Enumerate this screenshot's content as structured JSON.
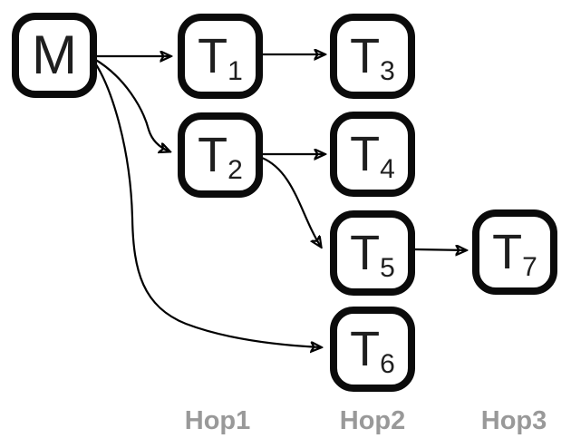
{
  "diagram": {
    "nodes": [
      {
        "id": "M",
        "label": "M",
        "sub": ""
      },
      {
        "id": "T1",
        "label": "T",
        "sub": "1"
      },
      {
        "id": "T2",
        "label": "T",
        "sub": "2"
      },
      {
        "id": "T3",
        "label": "T",
        "sub": "3"
      },
      {
        "id": "T4",
        "label": "T",
        "sub": "4"
      },
      {
        "id": "T5",
        "label": "T",
        "sub": "5"
      },
      {
        "id": "T6",
        "label": "T",
        "sub": "6"
      },
      {
        "id": "T7",
        "label": "T",
        "sub": "7"
      }
    ],
    "edges": [
      {
        "from": "M",
        "to": "T1"
      },
      {
        "from": "M",
        "to": "T2"
      },
      {
        "from": "M",
        "to": "T6"
      },
      {
        "from": "T1",
        "to": "T3"
      },
      {
        "from": "T2",
        "to": "T4"
      },
      {
        "from": "T2",
        "to": "T5"
      },
      {
        "from": "T5",
        "to": "T7"
      }
    ],
    "hops": [
      {
        "label": "Hop1"
      },
      {
        "label": "Hop2"
      },
      {
        "label": "Hop3"
      }
    ],
    "colors": {
      "node_border": "#0b0b0b",
      "node_fill": "#ffffff",
      "node_text": "#1f1f1f",
      "edge": "#000000",
      "hop_label": "#999999",
      "background": "#ffffff"
    }
  }
}
